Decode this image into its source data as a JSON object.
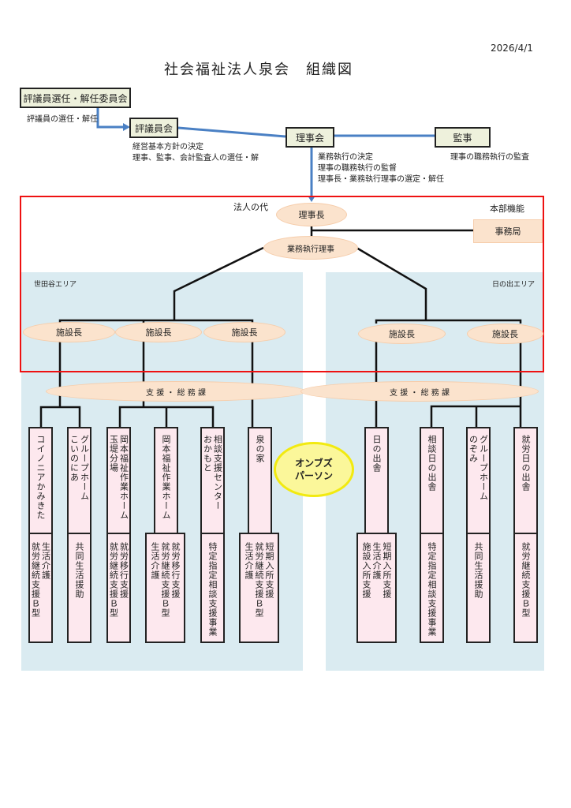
{
  "date": "2026/4/1",
  "title": "社会福祉法人泉会　組織図",
  "governance": {
    "selection_committee": {
      "label": "評議員選任・解任委員会",
      "note": "評議員の選任・解任"
    },
    "councilors": {
      "label": "評議員会",
      "notes": [
        "経営基本方針の決定",
        "理事、監事、会計監査人の選任・解"
      ]
    },
    "board": {
      "label": "理事会",
      "notes": [
        "業務執行の決定",
        "理事の職務執行の監督",
        "理事長・業務執行理事の選定・解任"
      ]
    },
    "auditor": {
      "label": "監事",
      "note": "理事の職務執行の監査"
    }
  },
  "corporate": {
    "representative_label": "法人の代",
    "chairman": "理事長",
    "executive_director": "業務執行理事",
    "headquarters_label": "本部機能",
    "secretariat": "事務局"
  },
  "areas": {
    "setagaya": {
      "label": "世田谷エリア",
      "facility_heads": [
        "施設長",
        "施設長",
        "施設長"
      ],
      "support_section": "支 援 ・ 総 務 課",
      "facilities": [
        {
          "name": "コイノニアかみきた",
          "service": "生活介護\n就労継続支援Ｂ型"
        },
        {
          "name": "グループホーム\nこいのにあ",
          "service": "共同生活援助"
        },
        {
          "name": "岡本福祉作業ホーム\n玉堤分場",
          "service": "就労移行支援\n就労継続支援Ｂ型"
        },
        {
          "name": "岡本福祉作業ホーム",
          "service": "就労移行支援\n就労継続支援Ｂ型\n生活介護"
        },
        {
          "name": "相談支援センター\nおかもと",
          "service": "特定指定相談支援事業"
        },
        {
          "name": "泉の家",
          "service": "短期入所支援\n就労継続支援Ｂ型\n生活介護"
        }
      ]
    },
    "hinode": {
      "label": "日の出エリア",
      "facility_heads": [
        "施設長",
        "施設長"
      ],
      "support_section": "支 援 ・ 総 務 課",
      "facilities": [
        {
          "name": "日の出舎",
          "service": "短期入所支援\n生活介護\n施設入所支援"
        },
        {
          "name": "相談日の出舎",
          "service": "特定指定相談支援事業"
        },
        {
          "name": "グループホーム\nのぞみ",
          "service": "共同生活援助"
        },
        {
          "name": "就労日の出舎",
          "service": "就労継続支援Ｂ型"
        }
      ]
    }
  },
  "ombudsperson": [
    "オンブズ",
    "パーソン"
  ]
}
